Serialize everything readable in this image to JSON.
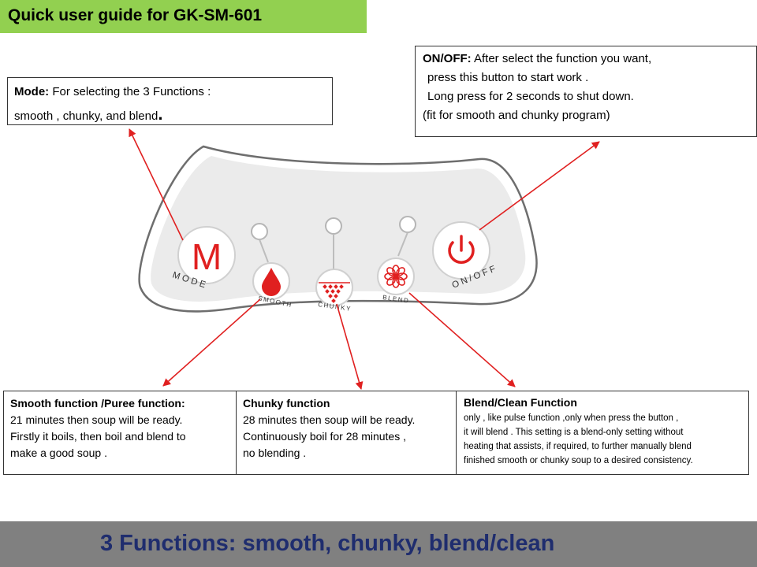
{
  "title": "Quick user guide for GK-SM-601",
  "mode_box": {
    "label": "Mode:",
    "line1": " For selecting  the 3 Functions :",
    "line2": "smooth , chunky, and blend",
    "end": "."
  },
  "onoff_box": {
    "label": "ON/OFF:",
    "line1": " After select the function you want,",
    "line2": "press this button to start work .",
    "line3": "Long press for 2 seconds to shut down.",
    "line4": "(fit for smooth and chunky program)"
  },
  "panel": {
    "mode_letter": "M",
    "mode_label": "MODE",
    "smooth_label": "SMOOTH",
    "chunky_label": "CHUNKY",
    "blend_label": "BLEND",
    "onoff_label": "ON/OFF",
    "accent_color": "#e02020"
  },
  "functions": [
    {
      "title": "Smooth function /Puree function:",
      "lines": [
        "21 minutes then soup will be ready.",
        "Firstly it boils, then boil and blend to",
        "make a good soup ."
      ]
    },
    {
      "title": "Chunky function",
      "lines": [
        "28 minutes then soup will be ready.",
        "Continuously  boil for 28 minutes ,",
        "no blending ."
      ]
    },
    {
      "title": "Blend/Clean Function",
      "lines": [
        " only , like pulse function  ,only when  press the button ,",
        "it will blend  . This  setting is a blend-only  setting without",
        " heating that assists, if required,  to further   manually blend",
        "finished smooth or chunky soup to a desired consistency."
      ]
    }
  ],
  "footer": "3 Functions: smooth, chunky, blend/clean"
}
